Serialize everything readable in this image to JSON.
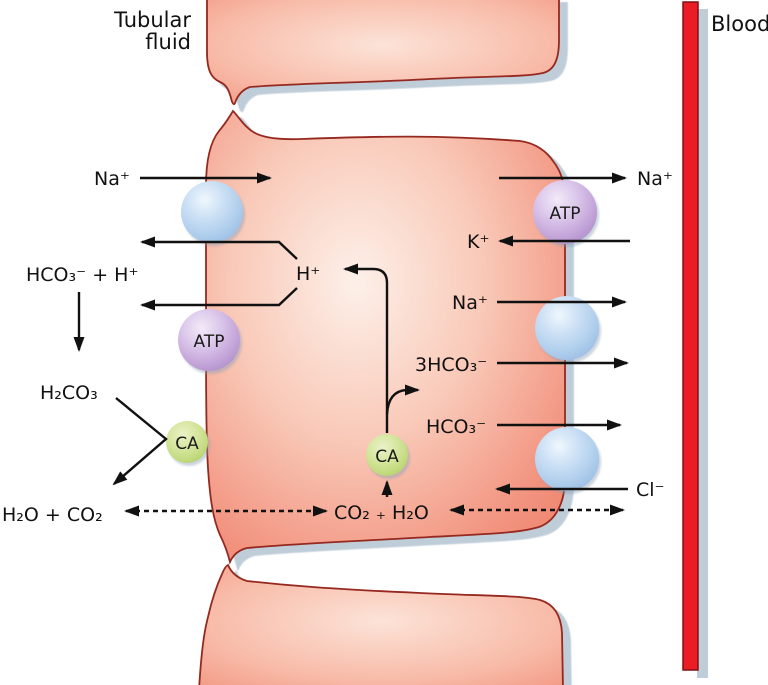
{
  "regions": {
    "tubular_fluid": {
      "line1": "Tubular",
      "line2": "fluid"
    },
    "blood": "Blood"
  },
  "apical": {
    "na": "Na⁺",
    "hco3_plus_h": "HCO₃⁻ + H⁺",
    "h2co3": "H₂CO₃",
    "h2o_plus_co2": "H₂O + CO₂",
    "atp": "ATP",
    "ca": "CA"
  },
  "cytosol": {
    "h": "H⁺",
    "co2_plus_h2o": "CO₂ ₊ H₂O",
    "ca": "CA"
  },
  "basolateral": {
    "na_pumped": "Na⁺",
    "k": "K⁺",
    "na_cotransport": "Na⁺",
    "three_hco3": "3HCO₃⁻",
    "hco3": "HCO₃⁻",
    "cl": "Cl⁻",
    "atp": "ATP"
  },
  "colors": {
    "cell_fill": "#F29480",
    "cell_highlight": "#FDF0E9",
    "cell_outline": "#96291F",
    "blood_bar_red": "#EC1C24",
    "shadow_gray_blue": "#BFCDD9",
    "transporter_blue": "#AECDEC",
    "pump_purple": "#C4A5D9",
    "enzyme_green": "#C2DA7E",
    "arrow_black": "#111111"
  }
}
